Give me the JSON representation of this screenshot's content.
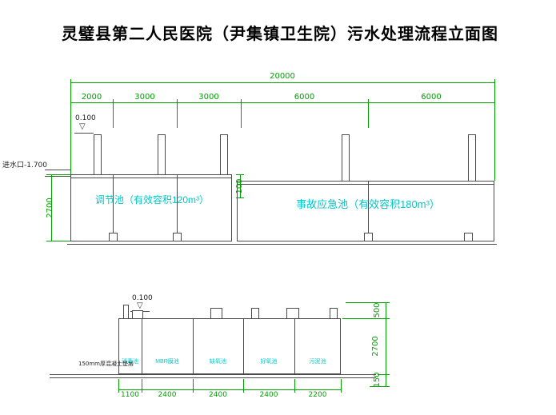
{
  "title": "灵璧县第二人民医院（尹集镇卫生院）污水处理流程立面图",
  "colors": {
    "dimension": "#00A000",
    "tank_label": "#00C8C8",
    "drawing_line": "#4a4a4a"
  },
  "upper": {
    "total_dim": "20000",
    "segment_dims": [
      "2000",
      "3000",
      "3000",
      "6000",
      "6000"
    ],
    "elevation": "0.100",
    "inlet_label": "进水口-1.700",
    "left_height_dim": "2700",
    "freeboard_dim": "100",
    "tank1_label": "调节池（有效容积120m³）",
    "tank2_label": "事故应急池（有效容积180m³）"
  },
  "lower": {
    "elevation": "0.100",
    "compartments": [
      "消毒池",
      "MBR膜池",
      "缺氧池",
      "好氧池",
      "污泥池"
    ],
    "base_note": "150mm厚混凝土垫层",
    "bottom_dims": [
      "1100",
      "2400",
      "2400",
      "2400",
      "2200"
    ],
    "right_dims": [
      "500",
      "2700",
      "150"
    ]
  }
}
